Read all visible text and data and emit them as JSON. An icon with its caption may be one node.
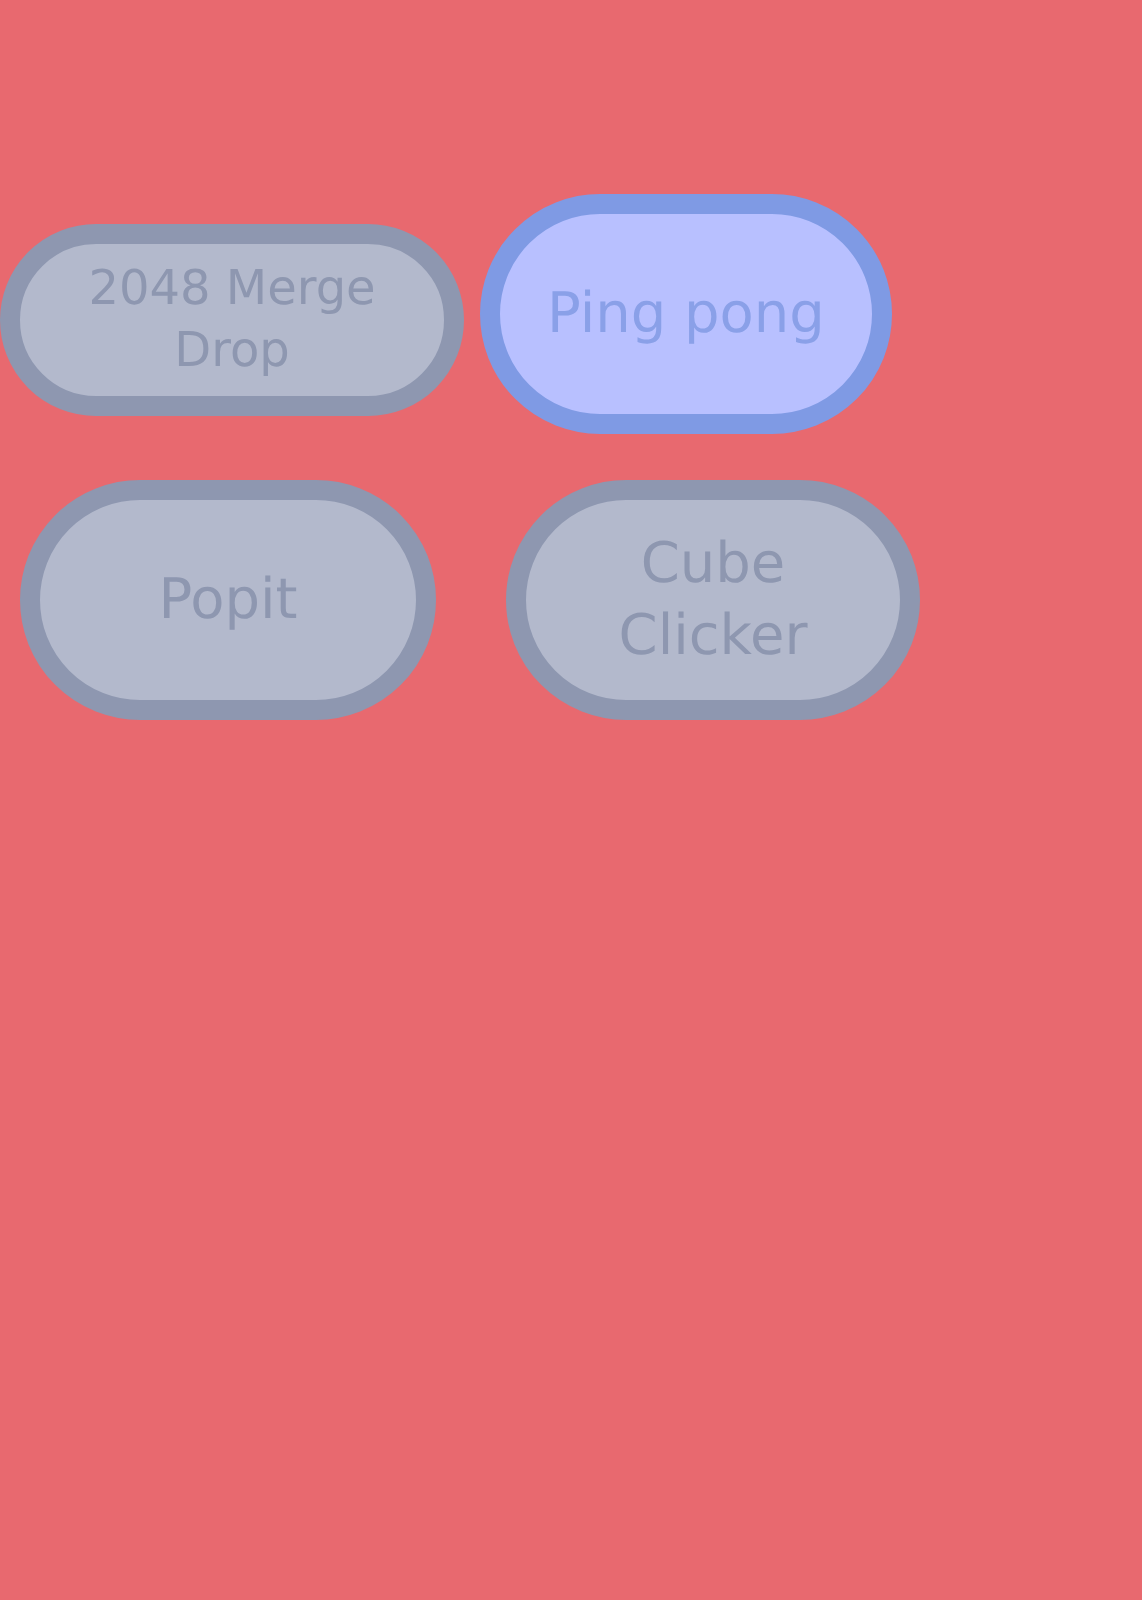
{
  "diagram": {
    "nodes": [
      {
        "text": [
          "2048 Merge Drop"
        ]
      },
      {
        "text": [
          "Ping pong"
        ]
      },
      {
        "text": [
          "Popit"
        ]
      },
      {
        "text": [
          "Cube Clicker"
        ]
      }
    ],
    "edges": []
  }
}
